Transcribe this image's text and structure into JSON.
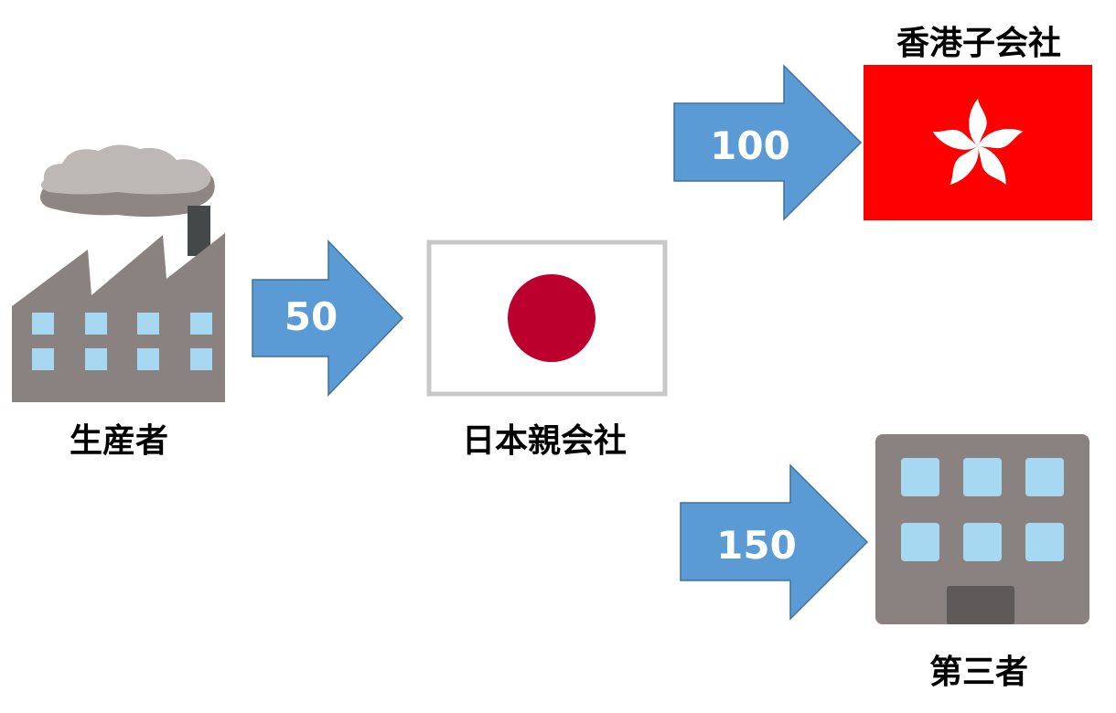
{
  "nodes": {
    "producer": {
      "label": "生産者",
      "icon": "factory-icon"
    },
    "japan_parent": {
      "label": "日本親会社",
      "icon": "japan-flag-icon"
    },
    "hk_subsidiary": {
      "label": "香港子会社",
      "icon": "hong-kong-flag-icon"
    },
    "third_party": {
      "label": "第三者",
      "icon": "office-building-icon"
    }
  },
  "flows": {
    "producer_to_japan": {
      "value": "50"
    },
    "to_hk": {
      "value": "100"
    },
    "to_third_party": {
      "value": "150"
    }
  },
  "colors": {
    "arrow_fill": "#5b9bd5",
    "arrow_stroke": "#41719c",
    "building_gray": "#8a8280",
    "window_blue": "#a6d8f2",
    "japan_red": "#bc002d",
    "hk_red": "#ff0000"
  }
}
